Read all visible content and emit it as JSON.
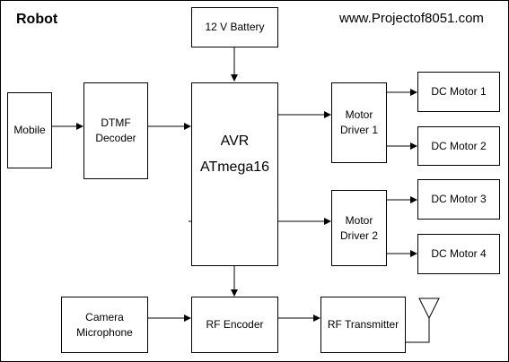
{
  "title": "Robot",
  "website": "www.Projectof8051.com",
  "blocks": {
    "battery": "12 V Battery",
    "mobile": "Mobile",
    "dtmf": [
      "DTMF",
      "Decoder"
    ],
    "avr": [
      "AVR",
      "ATmega16"
    ],
    "driver1": [
      "Motor",
      "Driver 1"
    ],
    "driver2": [
      "Motor",
      "Driver 2"
    ],
    "motor1": "DC Motor 1",
    "motor2": "DC Motor 2",
    "motor3": "DC Motor 3",
    "motor4": "DC Motor 4",
    "camera": [
      "Camera",
      "Microphone"
    ],
    "rf_encoder": "RF Encoder",
    "rf_transmitter": "RF Transmitter"
  },
  "colors": {
    "line": "#000000",
    "background": "#ffffff",
    "frame": "#000000"
  },
  "icons": {
    "antenna": "antenna-icon"
  }
}
